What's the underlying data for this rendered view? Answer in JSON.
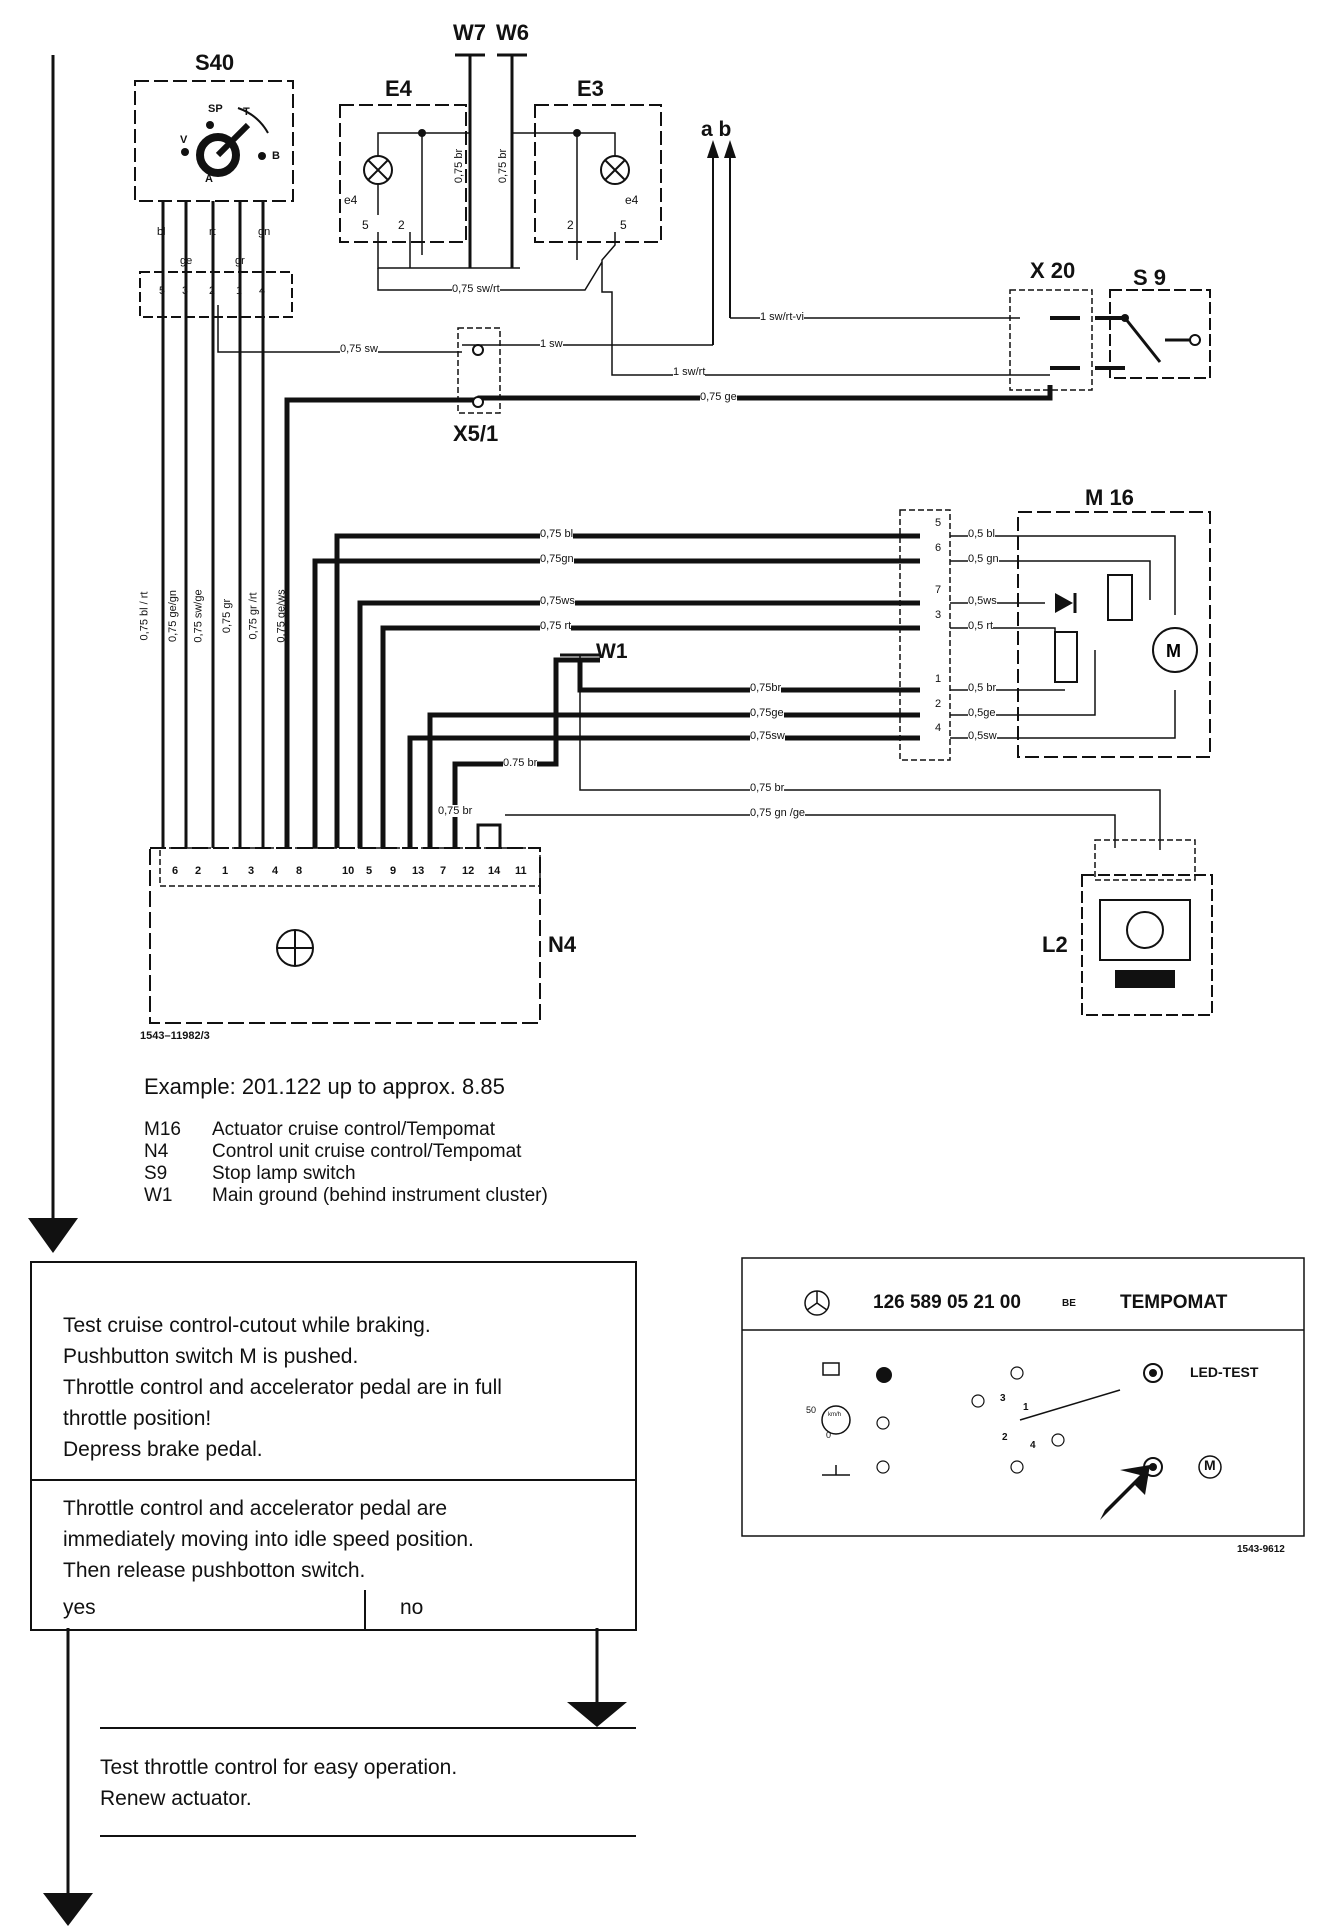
{
  "diagram": {
    "components": {
      "s40": "S40",
      "e4": "E4",
      "e3": "E3",
      "w7": "W7",
      "w6": "W6",
      "ab": "a b",
      "x20": "X 20",
      "s9": "S 9",
      "x51": "X5/1",
      "m16": "M 16",
      "w1": "W1",
      "n4": "N4",
      "l2": "L2"
    },
    "s40_labels": {
      "sp": "SP",
      "v": "V",
      "a": "A",
      "b": "B",
      "t": "T"
    },
    "lamp_labels": {
      "e4_pin": "e4",
      "e3_pin": "e4",
      "pin5": "5",
      "pin2": "2"
    },
    "s40_wire_colors": [
      "bl",
      "ge",
      "rt",
      "gr",
      "gn"
    ],
    "s40_connector_pins": [
      "5",
      "3",
      "2",
      "1",
      "4"
    ],
    "vertical_wires": [
      "0,75 bl / rt",
      "0,75 ge/gn",
      "0,75 sw/ge",
      "0,75 gr",
      "0,75 gr /rt",
      "0,75 ge/ws"
    ],
    "wire_labels": {
      "w7_br": "0,75 br",
      "w6_br": "0,75 br",
      "sw_rt_lamp": "0,75 sw/rt",
      "sw_left": "0,75 sw",
      "sw_right": "1 sw",
      "sw_rt_vi": "1 sw/rt-vi",
      "sw_rt": "1 sw/rt",
      "ge_main": "0,75 ge",
      "bl": "0,75 bl",
      "gn": "0,75gn",
      "ws": "0,75ws",
      "rt": "0,75 rt",
      "br": "0,75br",
      "ge": "0,75ge",
      "sw": "0,75sw",
      "br_w1": "0.75 br",
      "br_l2": "0,75 br",
      "gn_ge": "0,75 gn /ge",
      "br_n4": "0,75 br"
    },
    "m16_pins": [
      "5",
      "6",
      "7",
      "3",
      "1",
      "2",
      "4"
    ],
    "m16_wires": [
      "0,5 bl",
      "0,5 gn",
      "0,5ws",
      "0,5 rt",
      "0,5 br",
      "0,5ge",
      "0,5sw"
    ],
    "n4_pins": [
      "6",
      "2",
      "1",
      "3",
      "4",
      "8",
      "10",
      "5",
      "9",
      "13",
      "7",
      "12",
      "14",
      "11"
    ],
    "figure_id": "1543–11982/3"
  },
  "caption": {
    "example": "Example: 201.122 up to approx. 8.85",
    "legend": [
      {
        "code": "M16",
        "text": "Actuator cruise control/Tempomat"
      },
      {
        "code": "N4",
        "text": "Control unit cruise control/Tempomat"
      },
      {
        "code": "S9",
        "text": "Stop lamp switch"
      },
      {
        "code": "W1",
        "text": "Main ground (behind instrument cluster)"
      }
    ]
  },
  "flow": {
    "test_box": [
      "Test cruise control-cutout while braking.",
      "Pushbutton switch M is pushed.",
      "Throttle control and accelerator pedal are in full",
      "throttle position!",
      "Depress brake pedal."
    ],
    "result_box": [
      "Throttle control and accelerator pedal are",
      "immediately moving into idle speed position.",
      "Then release pushbotton switch."
    ],
    "yes": "yes",
    "no": "no",
    "action": [
      "Test throttle control for easy operation.",
      "Renew actuator."
    ]
  },
  "tester_panel": {
    "part_number": "126 589 05 21 00",
    "suffix": "BE",
    "name": "TEMPOMAT",
    "led_test": "LED-TEST",
    "m_label": "M",
    "gauge_50": "50",
    "gauge_0": "0",
    "gauge_unit": "km/h",
    "switch_nums": [
      "3",
      "1",
      "2",
      "4"
    ],
    "figure_id": "1543-9612"
  }
}
